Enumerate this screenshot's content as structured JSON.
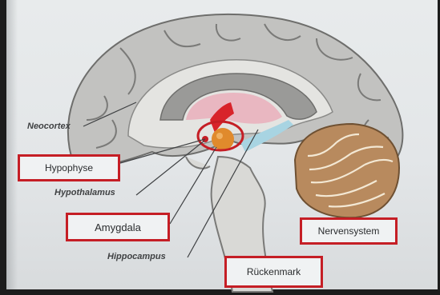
{
  "labels": {
    "neocortex": "Neocortex",
    "hypophyse": "Hypophyse",
    "hypothalamus": "Hypothalamus",
    "amygdala": "Amygdala",
    "hippocampus": "Hippocampus",
    "rueckenmark": "Rückenmark",
    "nervensystem": "Nervensystem"
  },
  "colors": {
    "highlight_red": "#c51e25",
    "cortex_gray": "#b9b9b7",
    "corpus_pink": "#e9b7c1",
    "cerebellum_brown": "#b88a5e",
    "amygdala_orange": "#e08a2c",
    "hippocampus_blue": "#a8d4e2"
  }
}
